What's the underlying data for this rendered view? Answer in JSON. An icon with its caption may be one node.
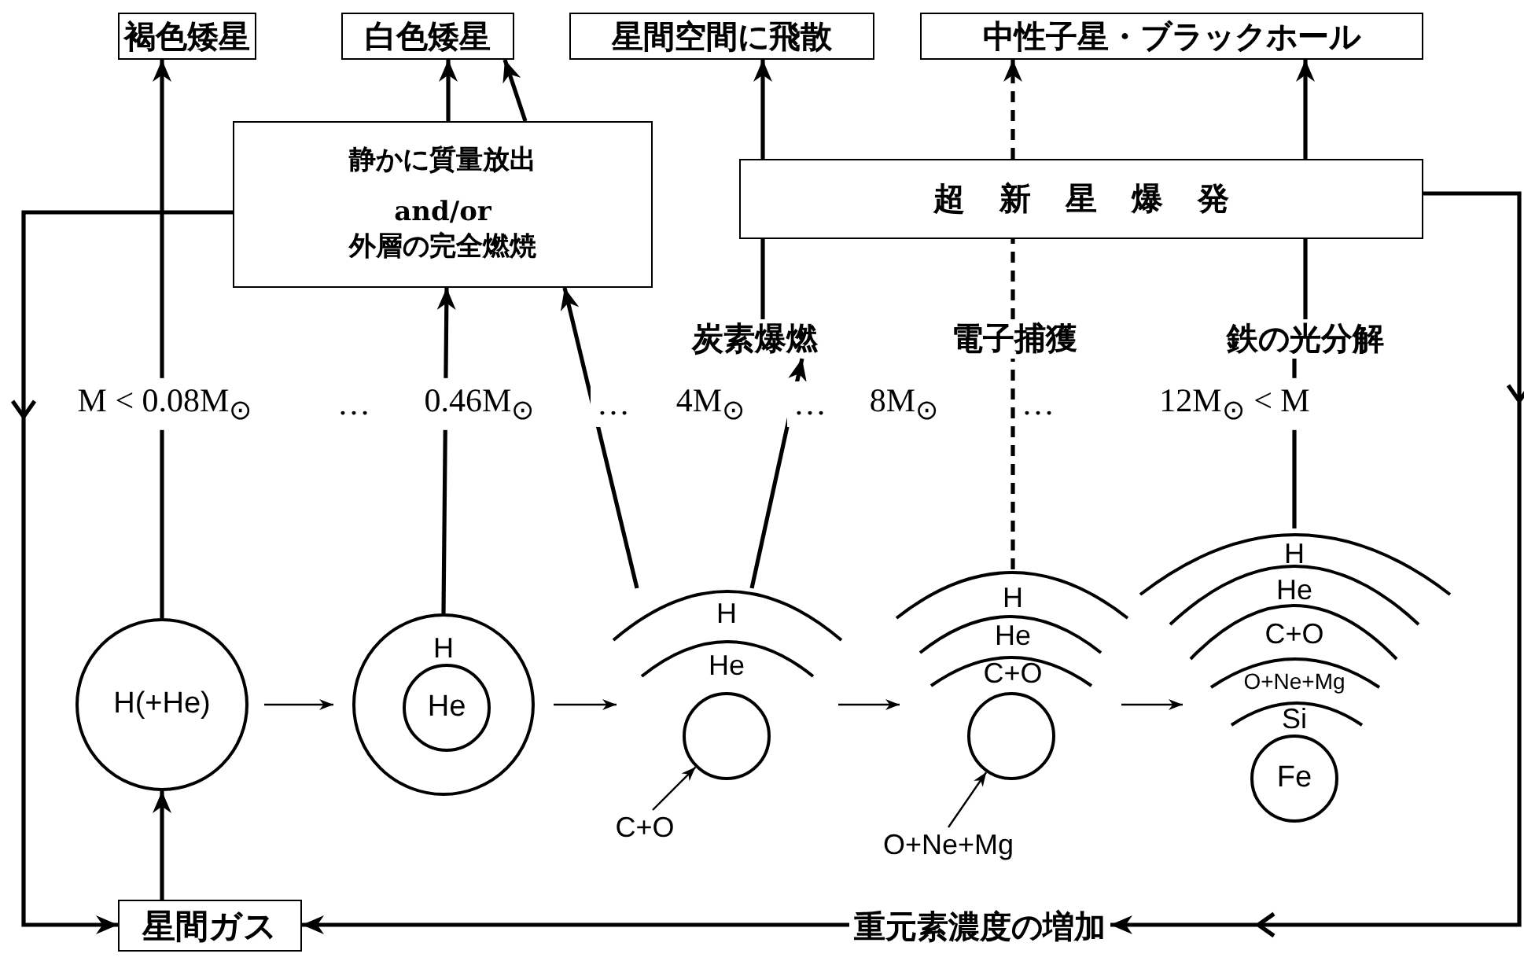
{
  "diagram": {
    "nodes": [
      {
        "text": [
          "褐色矮星"
        ]
      },
      {
        "text": [
          "白色矮星"
        ]
      },
      {
        "text": [
          "星間空間に飛散"
        ]
      },
      {
        "text": [
          "中性子星・ブラックホール"
        ]
      },
      {
        "text": [
          "静かに質量放出",
          "and/or 外層の完全燃焼"
        ]
      },
      {
        "text": [
          "超新星爆発"
        ]
      },
      {
        "text": [
          "炭素爆燃"
        ]
      },
      {
        "text": [
          "電子捕獲"
        ]
      },
      {
        "text": [
          "鉄の光分解"
        ]
      },
      {
        "text": [
          "H(+He)"
        ]
      },
      {
        "text": [
          "H"
        ]
      },
      {
        "text": [
          "He"
        ],
        "in": 10
      },
      {
        "text": [
          "H",
          "He"
        ]
      },
      {
        "text": [],
        "shape": "circle",
        "in": 12
      },
      {
        "text": [
          "C+O"
        ]
      },
      {
        "text": [
          "H",
          "He",
          "C+O"
        ]
      },
      {
        "text": [],
        "shape": "circle",
        "in": 15
      },
      {
        "text": [
          "O+Ne+Mg"
        ]
      },
      {
        "text": [
          "H",
          "He",
          "C+O",
          "O+Ne+Mg",
          "Si"
        ]
      },
      {
        "text": [
          "Fe"
        ],
        "in": 18
      },
      {
        "text": [
          "星間ガス"
        ]
      },
      {
        "text": [
          "重元素濃度の増加"
        ]
      }
    ],
    "edges": [
      {
        "from": 9,
        "to": 0,
        "arrow": "to"
      },
      {
        "from": 10,
        "to": 4,
        "arrow": "to"
      },
      {
        "from": 12,
        "to": 4,
        "arrow": "to"
      },
      {
        "from": 12,
        "to": 6,
        "arrow": "to"
      },
      {
        "from": 6,
        "to": 5,
        "arrow": "none"
      },
      {
        "from": 5,
        "to": 2,
        "arrow": "to"
      },
      {
        "from": 15,
        "to": 7,
        "arrow": "none",
        "style": "dashed"
      },
      {
        "from": 7,
        "to": 5,
        "arrow": "none",
        "style": "dashed"
      },
      {
        "from": 5,
        "to": 3,
        "arrow": "to",
        "style": "dashed"
      },
      {
        "from": 18,
        "to": 8,
        "arrow": "none"
      },
      {
        "from": 8,
        "to": 5,
        "arrow": "none"
      },
      {
        "from": 5,
        "to": 3,
        "arrow": "to"
      },
      {
        "from": 4,
        "to": 1,
        "arrow": "to"
      },
      {
        "from": 4,
        "to": 1,
        "arrow": "to"
      },
      {
        "from": 4,
        "to": 20,
        "arrow": "to"
      },
      {
        "from": 5,
        "to": 21,
        "arrow": "to"
      },
      {
        "from": 21,
        "to": 20,
        "arrow": "to"
      },
      {
        "from": 20,
        "to": 9,
        "arrow": "to"
      },
      {
        "from": 9,
        "to": 10,
        "arrow": "to"
      },
      {
        "from": 10,
        "to": 12,
        "arrow": "to"
      },
      {
        "from": 12,
        "to": 15,
        "arrow": "to"
      },
      {
        "from": 15,
        "to": 18,
        "arrow": "to"
      },
      {
        "from": 14,
        "to": 13,
        "arrow": "to"
      },
      {
        "from": 17,
        "to": 16,
        "arrow": "to"
      }
    ],
    "labels": [
      "M < 0.08M$_{⊙}$",
      "…",
      "0.46M$_{⊙}$",
      "…",
      "4M$_{⊙}$",
      "…",
      "8M$_{⊙}$",
      "…",
      "12M$_{⊙}$ < M"
    ]
  }
}
